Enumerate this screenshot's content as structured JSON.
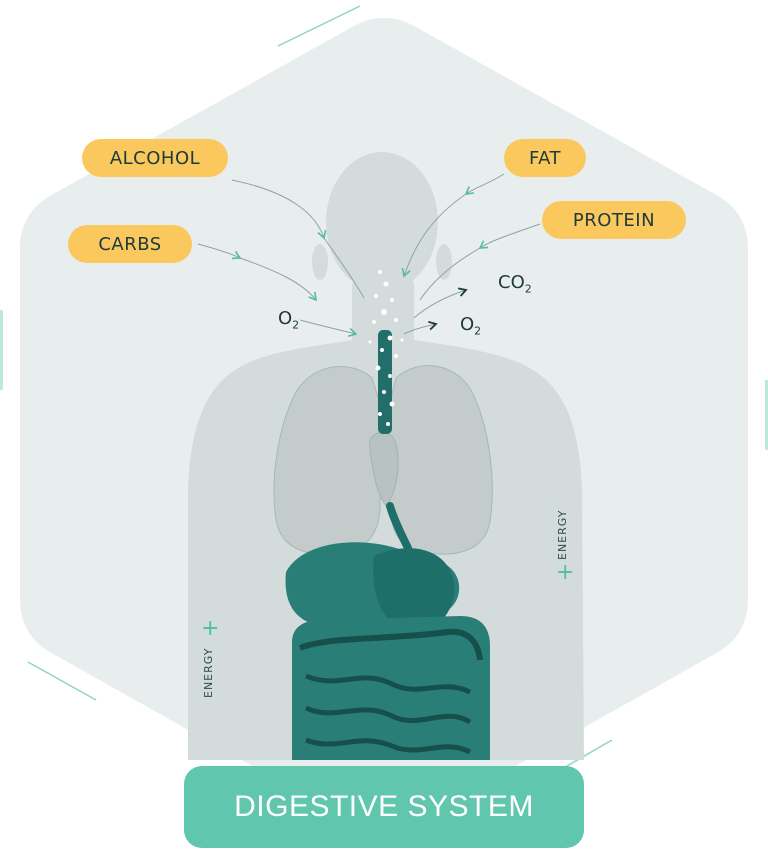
{
  "labels": {
    "alcohol": "ALCOHOL",
    "fat": "FAT",
    "carbs": "CARBS",
    "protein": "PROTEIN"
  },
  "gases": {
    "o2_in": {
      "base": "O",
      "sub": "2"
    },
    "co2_out": {
      "base": "CO",
      "sub": "2"
    },
    "o2_out": {
      "base": "O",
      "sub": "2"
    }
  },
  "energy": {
    "left_label": "ENERGY",
    "left_symbol": "+",
    "right_label": "ENERGY",
    "right_symbol": "+"
  },
  "title": "DIGESTIVE SYSTEM",
  "colors": {
    "pill": "#fbc85e",
    "accent": "#4dbfa3",
    "title_box": "#60c6ad",
    "hexagon": "#e8eeed",
    "body": "#d3dcdb",
    "lungs": "#c3cccb",
    "gut": "#1e6e6a"
  }
}
